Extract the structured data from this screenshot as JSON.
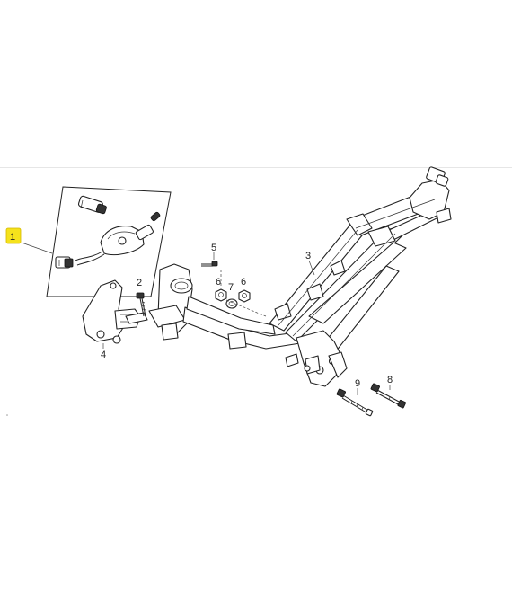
{
  "callouts": [
    {
      "id": "1",
      "label": "1",
      "highlight_color": "#f5e21c"
    },
    {
      "id": "2",
      "label": "2"
    },
    {
      "id": "3",
      "label": "3"
    },
    {
      "id": "4",
      "label": "4"
    },
    {
      "id": "5",
      "label": "5"
    },
    {
      "id": "6a",
      "label": "6"
    },
    {
      "id": "6b",
      "label": "6"
    },
    {
      "id": "7",
      "label": "7"
    },
    {
      "id": "8",
      "label": "8"
    },
    {
      "id": "9",
      "label": "9"
    }
  ]
}
